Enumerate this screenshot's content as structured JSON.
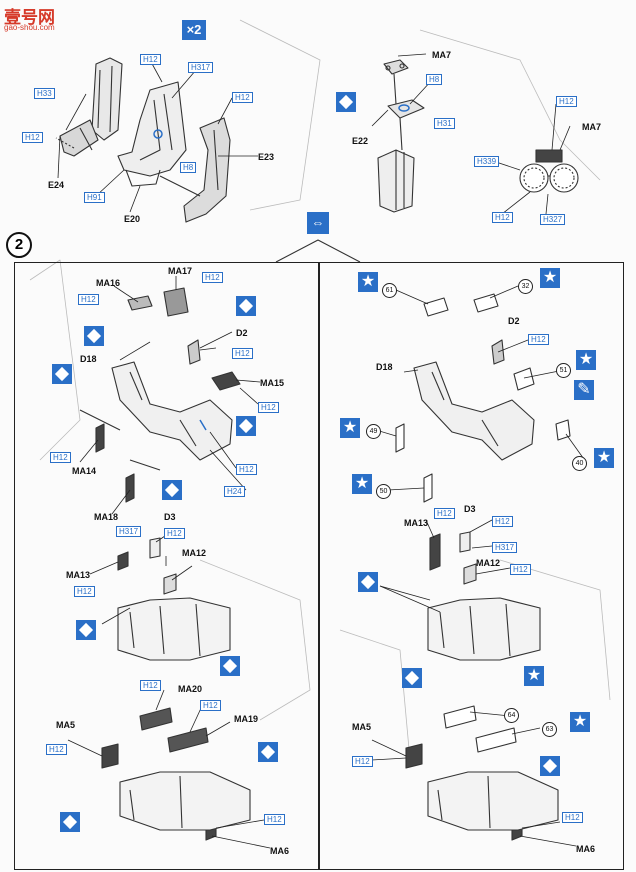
{
  "watermark": {
    "text": "壹号网",
    "url": "gao-shou.com"
  },
  "header": {
    "multiplier": "×2",
    "step_number": "2"
  },
  "top_left": {
    "labels": [
      "E24",
      "E20",
      "E23"
    ],
    "codes": [
      "H12",
      "H317",
      "H33",
      "H12",
      "H8",
      "H91",
      "H12"
    ]
  },
  "top_center": {
    "labels": [
      "MA7",
      "E22"
    ],
    "codes": [
      "H8",
      "H31"
    ]
  },
  "top_right": {
    "labels": [
      "MA7"
    ],
    "codes": [
      "H12",
      "H339",
      "H12",
      "H327"
    ]
  },
  "left_panel": {
    "labels": [
      "MA16",
      "MA17",
      "D2",
      "D18",
      "MA15",
      "MA14",
      "MA18",
      "D3",
      "MA12",
      "MA13",
      "MA20",
      "MA19",
      "MA5",
      "MA6"
    ],
    "codes": [
      "H12",
      "H12",
      "H12",
      "H12",
      "H12",
      "H12",
      "H24",
      "H317",
      "H12",
      "H12",
      "H12",
      "H12",
      "H12",
      "H12"
    ]
  },
  "right_panel": {
    "labels": [
      "D2",
      "D18",
      "MA13",
      "D3",
      "MA12",
      "MA5",
      "MA6"
    ],
    "codes": [
      "H12",
      "H12",
      "H12",
      "H317",
      "H12",
      "H12",
      "H12"
    ],
    "numbers": [
      "61",
      "32",
      "51",
      "49",
      "50",
      "40",
      "64",
      "63"
    ]
  },
  "icons": {
    "diamond": "diamond-icon",
    "star": "star-icon",
    "arrow": "arrow-lr-icon"
  },
  "colors": {
    "accent": "#2a6fc7",
    "watermark": "#d63a2a"
  }
}
